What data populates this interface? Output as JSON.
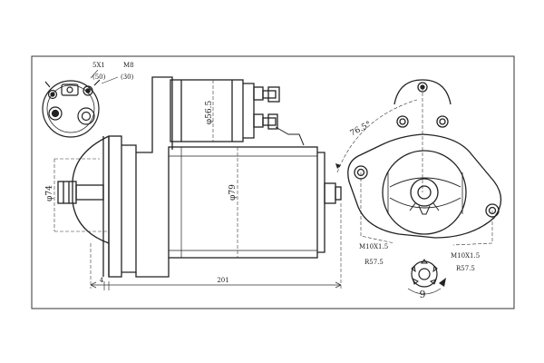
{
  "terminals": {
    "terminal_1": "5X1",
    "terminal_1_sub": "(50)",
    "terminal_2": "M8",
    "terminal_2_sub": "(30)"
  },
  "dimensions": {
    "solenoid_diameter": "φ56.5",
    "motor_diameter": "φ79",
    "nose_diameter": "φ74",
    "overall_length": "201",
    "flange_offset": "4",
    "bolt_angle": "76.5°"
  },
  "mounting": {
    "left_thread": "M10X1.5",
    "left_radius": "R57.5",
    "right_thread": "M10X1.5",
    "right_radius": "R57.5"
  },
  "pinion": {
    "teeth": "9"
  }
}
